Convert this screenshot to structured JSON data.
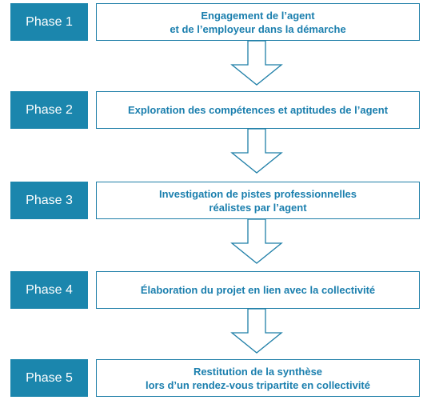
{
  "colors": {
    "label_bg": "#1b86ad",
    "border": "#1f7fa8",
    "text_blue": "#1b7fae",
    "arrow_stroke": "#1f7fa8"
  },
  "phases": [
    {
      "label": "Phase 1",
      "text": "Engagement de l’agent\net de l’employeur dans la démarche"
    },
    {
      "label": "Phase 2",
      "text": "Exploration des compétences et aptitudes de l’agent"
    },
    {
      "label": "Phase 3",
      "text": "Investigation de pistes professionnelles\nréalistes par l’agent"
    },
    {
      "label": "Phase 4",
      "text": "Élaboration du projet en lien avec la collectivité"
    },
    {
      "label": "Phase 5",
      "text": "Restitution de la synthèse\nlors d’un rendez-vous tripartite en collectivité"
    }
  ]
}
